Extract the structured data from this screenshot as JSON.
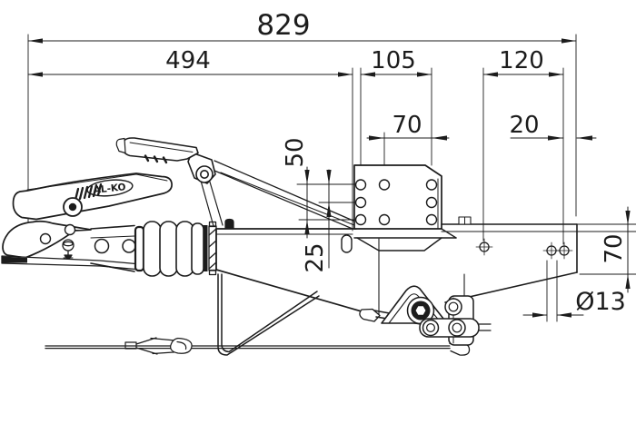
{
  "drawing": {
    "brand_label": "AL-KO",
    "dimensions": {
      "overall_length": "829",
      "front_length": "494",
      "plate_length": "105",
      "rear_hole_span": "120",
      "plate_hole_spacing": "70",
      "rear_hole_to_end": "20",
      "plate_hole_rows_outer": "50",
      "plate_hole_rows_inner": "25",
      "rear_section_height": "70",
      "hole_diameter": "Ø13"
    },
    "colors": {
      "line": "#1c1c1c",
      "background": "#ffffff"
    }
  }
}
